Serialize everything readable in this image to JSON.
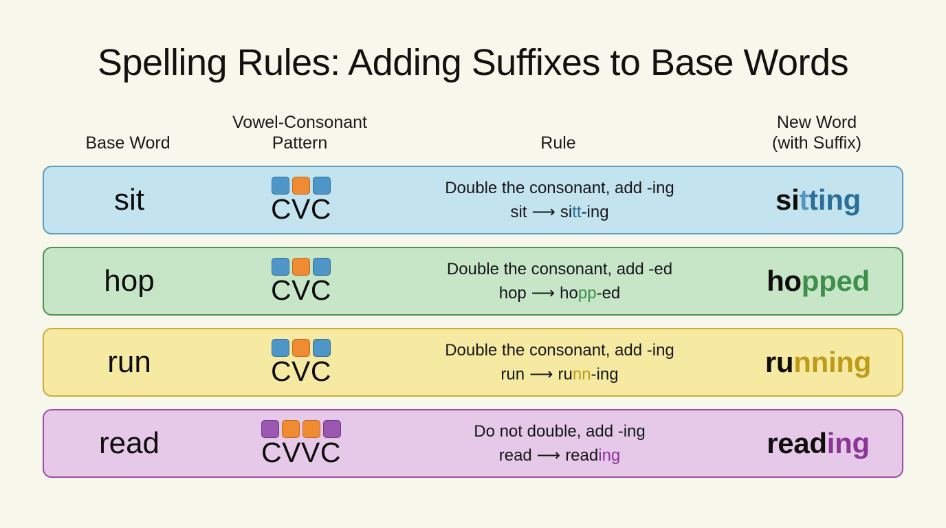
{
  "title": "Spelling Rules: Adding Suffixes to Base Words",
  "headers": {
    "base_word": "Base Word",
    "pattern_line1": "Vowel-Consonant",
    "pattern_line2": "Pattern",
    "rule": "Rule",
    "new_word_line1": "New Word",
    "new_word_line2": "(with Suffix)"
  },
  "colors": {
    "background": "#f7f7ec",
    "row_blue_bg": "#c3e4ef",
    "row_blue_border": "#5b9dc0",
    "row_green_bg": "#c7e6c8",
    "row_green_border": "#4e9256",
    "row_yellow_bg": "#f6eaa3",
    "row_yellow_border": "#cdab39",
    "row_purple_bg": "#e6c9e8",
    "row_purple_border": "#9a4fa3",
    "block_consonant_blue": "#4f96c8",
    "block_vowel_orange": "#ef8b33",
    "block_consonant_purple": "#9a58b0",
    "highlight_blue": "#2b6f97",
    "highlight_green": "#3f8f4c",
    "highlight_gold": "#bd9a17",
    "highlight_purple": "#8b3596"
  },
  "rows": [
    {
      "base_word": "sit",
      "pattern_label": "CVC",
      "blocks": [
        "consonant-blue",
        "vowel-orange",
        "consonant-blue"
      ],
      "rule_text": "Double the consonant, add -ing",
      "transform_before": "sit",
      "arrow": "⟶",
      "transform_after_plain1": "si",
      "transform_after_highlight": "tt",
      "transform_after_plain2": "-ing",
      "new_word_plain": "si",
      "new_word_highlight_light": "t",
      "new_word_highlight": "ting"
    },
    {
      "base_word": "hop",
      "pattern_label": "CVC",
      "blocks": [
        "consonant-blue",
        "vowel-orange",
        "consonant-blue"
      ],
      "rule_text": "Double the consonant, add -ed",
      "transform_before": "hop",
      "arrow": "⟶",
      "transform_after_plain1": "ho",
      "transform_after_highlight": "pp",
      "transform_after_plain2": "-ed",
      "new_word_plain": "ho",
      "new_word_highlight_light": "",
      "new_word_highlight": "pped"
    },
    {
      "base_word": "run",
      "pattern_label": "CVC",
      "blocks": [
        "consonant-blue",
        "vowel-orange",
        "consonant-blue"
      ],
      "rule_text": "Double the consonant, add -ing",
      "transform_before": "run",
      "arrow": "⟶",
      "transform_after_plain1": "ru",
      "transform_after_highlight": "nn",
      "transform_after_plain2": "-ing",
      "new_word_plain": "ru",
      "new_word_highlight_light": "",
      "new_word_highlight": "nning"
    },
    {
      "base_word": "read",
      "pattern_label": "CVVC",
      "blocks": [
        "consonant-purple",
        "vowel-orange",
        "vowel-orange",
        "consonant-purple"
      ],
      "rule_text": "Do not double, add -ing",
      "transform_before": "read",
      "arrow": "⟶",
      "transform_after_plain1": "read",
      "transform_after_highlight": "ing",
      "transform_after_plain2": "",
      "new_word_plain": "read",
      "new_word_highlight_light": "",
      "new_word_highlight": "ing"
    }
  ]
}
